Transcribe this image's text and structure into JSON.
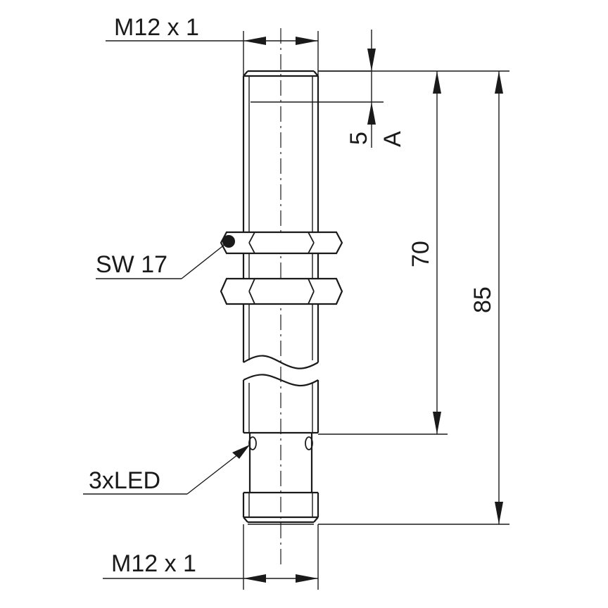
{
  "labels": {
    "thread_top": "M12 x 1",
    "thread_bottom": "M12 x 1",
    "sensing_distance": "5",
    "sensing_marker": "A",
    "housing_length": "70",
    "total_length": "85",
    "wrench_size": "SW 17",
    "led_note": "3xLED"
  }
}
